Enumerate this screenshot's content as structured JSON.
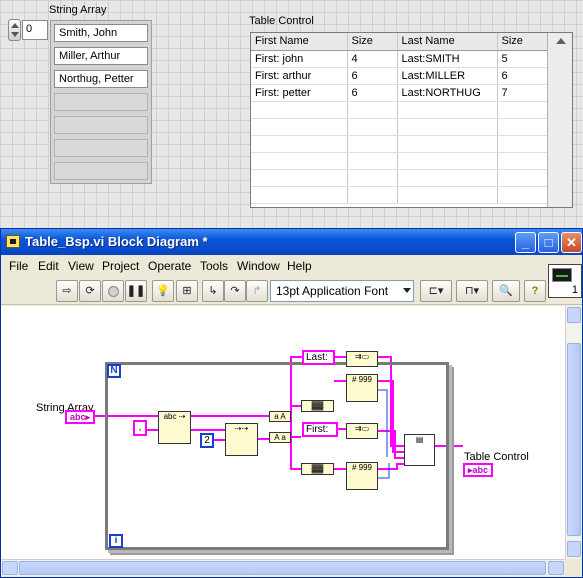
{
  "front_panel": {
    "string_array": {
      "label": "String Array",
      "index": "0",
      "elements": [
        "Smith, John",
        "Miller, Arthur",
        "Northug, Petter",
        "",
        "",
        "",
        ""
      ]
    },
    "table_control": {
      "label": "Table Control",
      "headers": [
        "First Name",
        "Size",
        "Last Name",
        "Size"
      ],
      "rows": [
        [
          "First: john",
          "4",
          "Last:SMITH",
          "5"
        ],
        [
          "First: arthur",
          "6",
          "Last:MILLER",
          "6"
        ],
        [
          "First: petter",
          "6",
          "Last:NORTHUG",
          "7"
        ]
      ]
    }
  },
  "window": {
    "title": "Table_Bsp.vi Block Diagram *",
    "controls": {
      "minimize": "_",
      "maximize": "□",
      "close": "✕"
    }
  },
  "menu": {
    "items": [
      "File",
      "Edit",
      "View",
      "Project",
      "Operate",
      "Tools",
      "Window",
      "Help"
    ],
    "mnemonics": [
      "F",
      "E",
      "V",
      "P",
      "O",
      "T",
      "W",
      "H"
    ]
  },
  "toolbar": {
    "font": "13pt Application Font",
    "buttons": [
      "run-arrow-icon",
      "run-continuous-icon",
      "abort-icon",
      "pause-icon",
      "highlight-bulb-icon",
      "probe-icon",
      "step-into-icon",
      "step-over-icon",
      "step-out-icon",
      "align-icon",
      "distribute-icon",
      "zoom-search-icon",
      "help-icon"
    ],
    "vi_connector": "1"
  },
  "diagram": {
    "string_array_label": "String Array",
    "string_array_term": "abc",
    "table_control_label": "Table Control",
    "table_control_term": "abc",
    "delimiter": ",",
    "index_const": "2",
    "last_const": "Last:",
    "first_const": "First:",
    "loop_n": "N",
    "loop_i": "i",
    "upper_case": "a A",
    "lower_case": "A a",
    "format_999": "999"
  }
}
